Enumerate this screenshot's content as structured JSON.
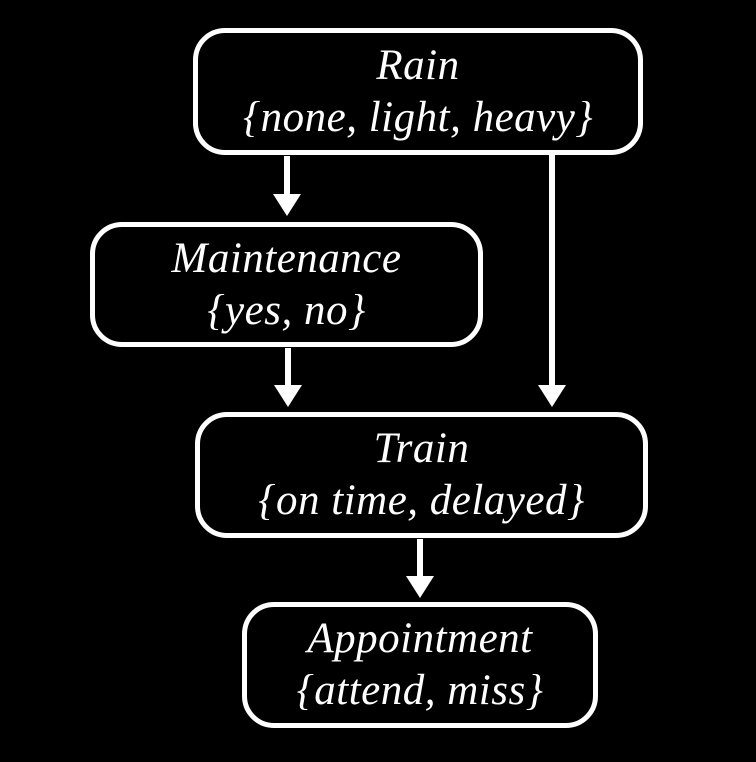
{
  "figure": {
    "type": "bayesian-network-diagram",
    "background_color": "#000000",
    "node_border_color": "#ffffff",
    "node_fill_color": "#000000",
    "text_color": "#ffffff",
    "arrow_color": "#ffffff",
    "nodes": [
      {
        "id": "rain",
        "name": "Rain",
        "values": "{none, light, heavy}"
      },
      {
        "id": "maintenance",
        "name": "Maintenance",
        "values": "{yes, no}"
      },
      {
        "id": "train",
        "name": "Train",
        "values": "{on time, delayed}"
      },
      {
        "id": "appointment",
        "name": "Appointment",
        "values": "{attend, miss}"
      }
    ],
    "edges": [
      {
        "from": "Rain",
        "to": "Maintenance"
      },
      {
        "from": "Rain",
        "to": "Train"
      },
      {
        "from": "Maintenance",
        "to": "Train"
      },
      {
        "from": "Train",
        "to": "Appointment"
      }
    ]
  }
}
